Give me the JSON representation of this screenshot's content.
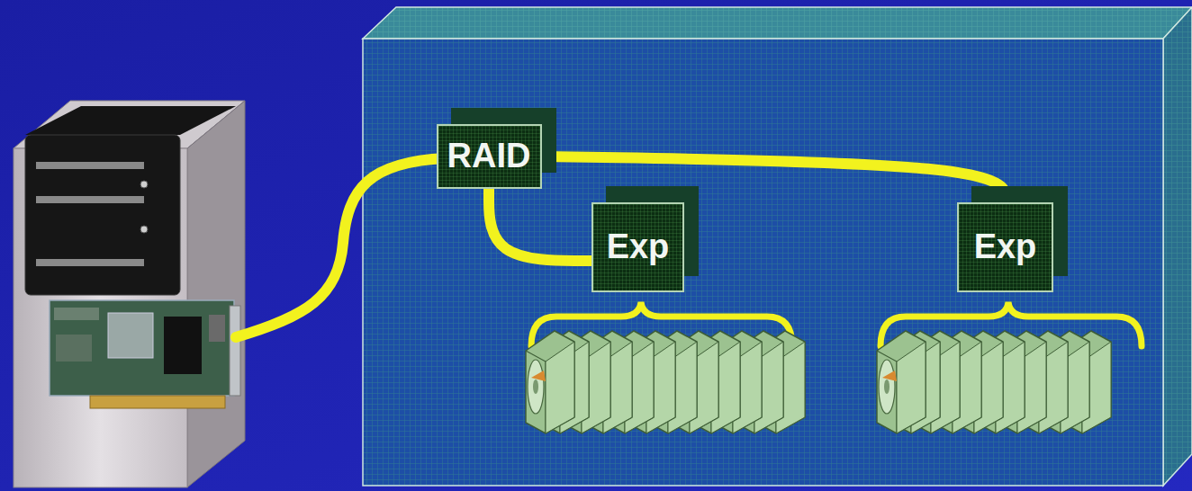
{
  "diagram": {
    "nodes": [
      {
        "text": [
          "RAID"
        ]
      },
      {
        "text": [
          "Exp"
        ]
      },
      {
        "text": [
          "Exp"
        ]
      }
    ],
    "edges": [
      {
        "from": 0,
        "to": 1,
        "arrow": "none"
      },
      {
        "from": 0,
        "to": 2,
        "arrow": "none"
      }
    ]
  }
}
